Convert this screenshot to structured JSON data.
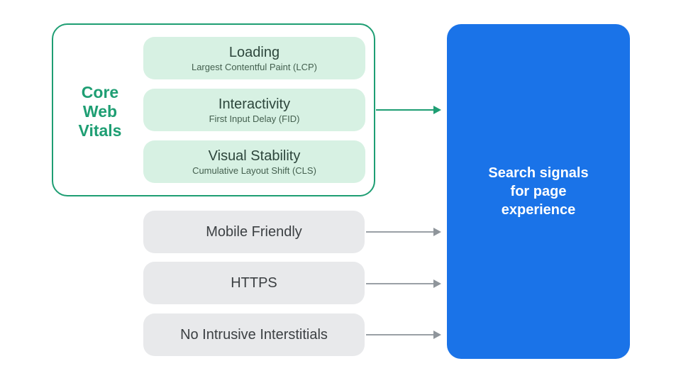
{
  "diagram": {
    "core_web_vitals": {
      "label": "Core\nWeb\nVitals",
      "metrics": [
        {
          "title": "Loading",
          "subtitle": "Largest Contentful Paint (LCP)"
        },
        {
          "title": "Interactivity",
          "subtitle": "First Input Delay (FID)"
        },
        {
          "title": "Visual Stability",
          "subtitle": "Cumulative Layout Shift (CLS)"
        }
      ]
    },
    "other_signals": [
      {
        "label": "Mobile Friendly"
      },
      {
        "label": "HTTPS"
      },
      {
        "label": "No Intrusive Interstitials"
      }
    ],
    "result": {
      "label": "Search signals\nfor page\nexperience"
    },
    "colors": {
      "green": "#1E9E73",
      "light_green_fill": "#D7F1E3",
      "gray_pill_fill": "#E8E9EB",
      "blue": "#1A73E8",
      "arrow_gray": "#9AA0A6",
      "metric_title_text": "#2D463C",
      "metric_subtitle_text": "#44604F",
      "gray_pill_text": "#3C4043",
      "result_text": "#FFFFFF"
    }
  }
}
